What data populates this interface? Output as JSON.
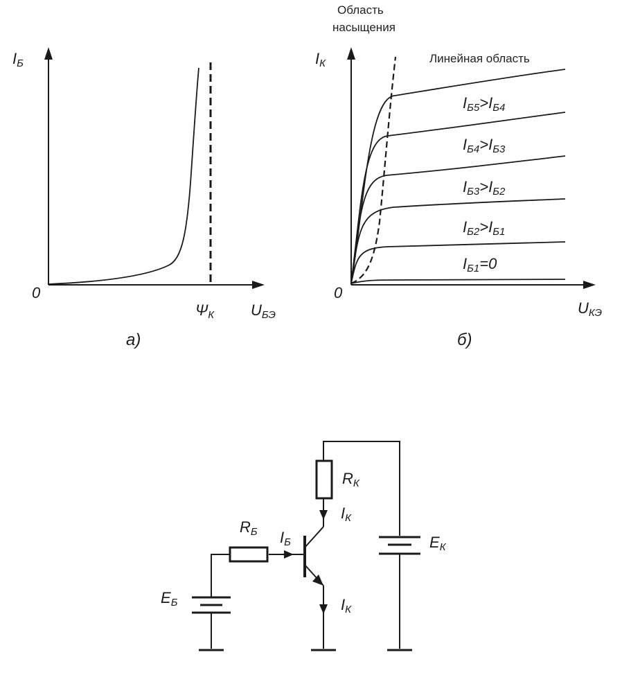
{
  "graph_a": {
    "y_axis_label": "I",
    "y_axis_sub": "Б",
    "x_axis_label": "U",
    "x_axis_sub": "БЭ",
    "origin_label": "0",
    "threshold_label": "Ψ",
    "threshold_sub": "К",
    "caption": "а)"
  },
  "graph_b": {
    "y_axis_label": "I",
    "y_axis_sub": "К",
    "x_axis_label": "U",
    "x_axis_sub": "КЭ",
    "origin_label": "0",
    "saturation_region_line1": "Область",
    "saturation_region_line2": "насыщения",
    "linear_region": "Линейная область",
    "caption": "б)",
    "curve_labels": [
      {
        "a": "I",
        "a_sub": "Б5",
        "op": ">",
        "b": "I",
        "b_sub": "Б4"
      },
      {
        "a": "I",
        "a_sub": "Б4",
        "op": ">",
        "b": "I",
        "b_sub": "Б3"
      },
      {
        "a": "I",
        "a_sub": "Б3",
        "op": ">",
        "b": "I",
        "b_sub": "Б2"
      },
      {
        "a": "I",
        "a_sub": "Б2",
        "op": ">",
        "b": "I",
        "b_sub": "Б1"
      },
      {
        "a": "I",
        "a_sub": "Б1",
        "op": "=0",
        "b": "",
        "b_sub": ""
      }
    ]
  },
  "circuit": {
    "rk_label": "R",
    "rk_sub": "К",
    "ik_top_label": "I",
    "ik_top_sub": "К",
    "ek_label": "E",
    "ek_sub": "К",
    "rb_label": "R",
    "rb_sub": "Б",
    "ib_label": "I",
    "ib_sub": "Б",
    "eb_label": "E",
    "eb_sub": "Б",
    "ik_bottom_label": "I",
    "ik_bottom_sub": "К"
  }
}
